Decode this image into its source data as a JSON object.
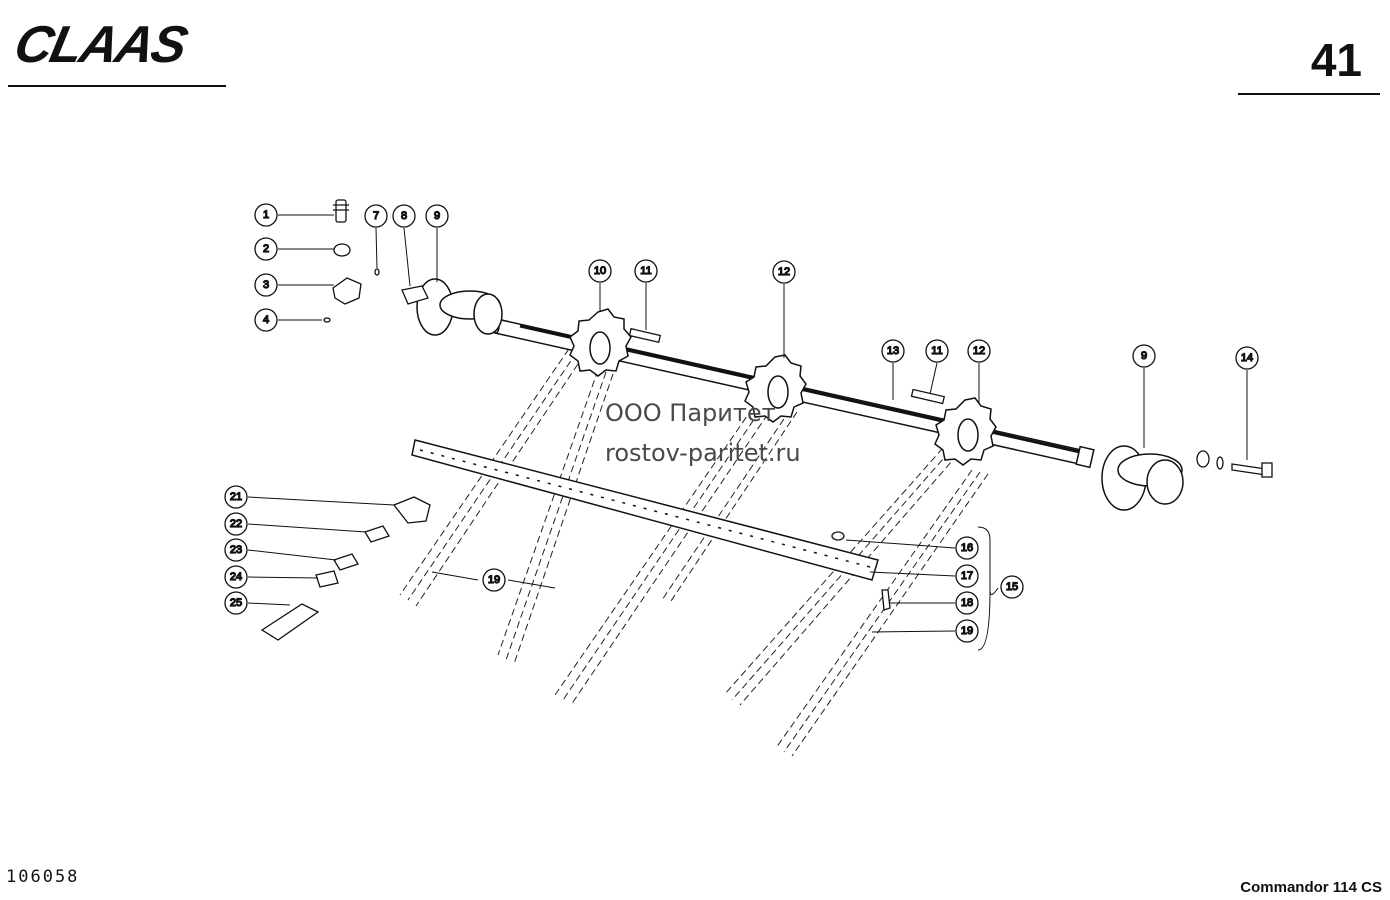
{
  "header": {
    "brand": "CLAAS",
    "page_number": "41"
  },
  "watermark": {
    "line1": "ООО Паритет",
    "line2": "rostov-paritet.ru"
  },
  "footer": {
    "drawing_number": "106058",
    "model": "Commandor 114 CS"
  },
  "callouts": [
    "1",
    "2",
    "3",
    "4",
    "7",
    "8",
    "9",
    "10",
    "11",
    "12",
    "13",
    "11",
    "12",
    "9",
    "14",
    "21",
    "22",
    "23",
    "24",
    "25",
    "19",
    "16",
    "17",
    "18",
    "19",
    "15"
  ]
}
